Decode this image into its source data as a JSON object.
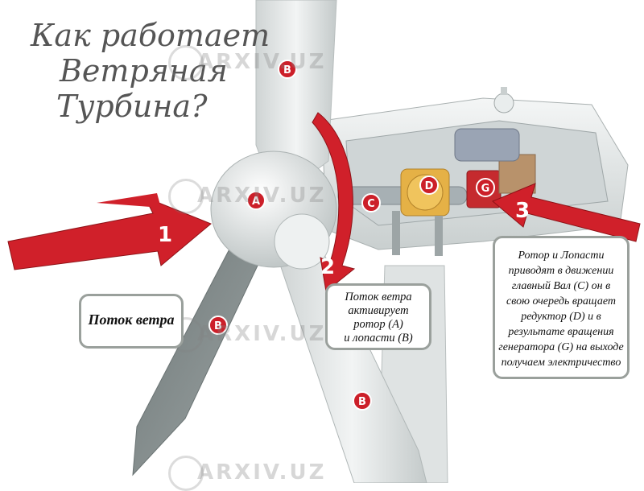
{
  "title": {
    "line1": "Как работает",
    "line2": "Ветряная",
    "line3": "Турбина?"
  },
  "callouts": {
    "wind_flow": "Поток ветра",
    "rotor_activation": [
      "Поток ветра",
      "активирует",
      "ротор (A)",
      "и лопасти (B)"
    ],
    "generator": [
      "Ротор и Лопасти",
      "приводят в движении",
      "главный Вал (C) он в",
      "свою очередь вращает",
      "редуктор (D) и в",
      "результате вращения",
      "генератора (G) на выходе",
      "получаем электричество"
    ]
  },
  "badges": {
    "hub": "A",
    "blade": "B",
    "shaft": "C",
    "gearbox": "D",
    "generator": "G"
  },
  "steps": {
    "one": "1",
    "two": "2",
    "three": "3"
  },
  "watermark": "ARXIV.UZ",
  "colors": {
    "arrow_red": "#d0202a",
    "badge_red": "#cc1f29",
    "turbine_white": "#e8ecec",
    "callout_border": "#9aa09c"
  }
}
